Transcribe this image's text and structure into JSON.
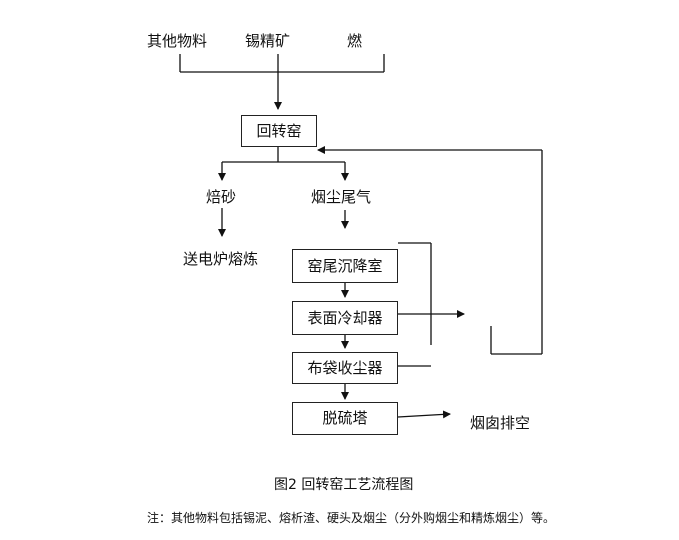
{
  "inputs": [
    "其他物料",
    "锡精矿",
    "燃"
  ],
  "kiln": "回转窑",
  "products": {
    "calcine": "焙砂",
    "dust_gas": "烟尘尾气"
  },
  "calcine_dest": "送电炉熔炼",
  "chain": [
    "窑尾沉降室",
    "表面冷却器",
    "布袋收尘器",
    "脱硫塔"
  ],
  "chimney": "烟囱排空",
  "caption": "图2  回转窑工艺流程图",
  "note": "注：其他物料包括锡泥、熔析渣、硬头及烟尘（分外购烟尘和精炼烟尘）等。"
}
